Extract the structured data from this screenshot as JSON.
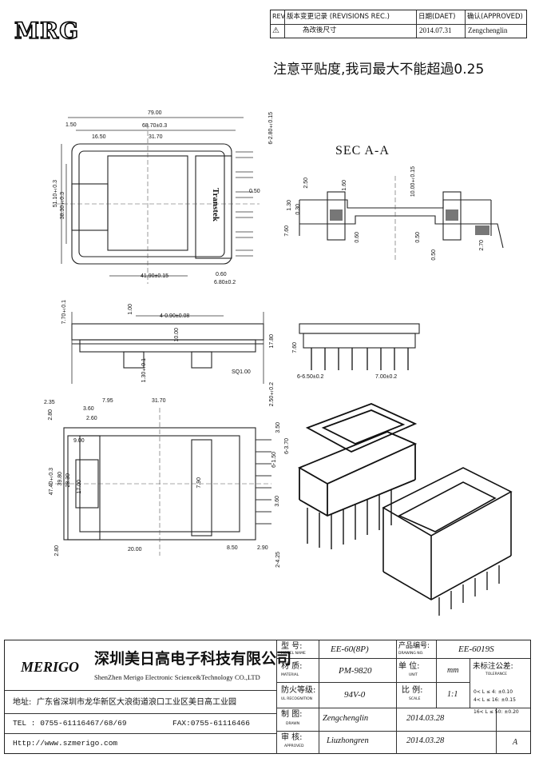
{
  "header": {
    "logo_text": "MRG",
    "rev_label": "REV",
    "rev_mark": "⚠",
    "col_desc": "版本变更记录 (REVISIONS REC.)",
    "col_date": "日期(DAET)",
    "col_approved": "确认(APPROVED)",
    "row1_desc": "為改後尺寸",
    "row1_date": "2014.07.31",
    "row1_approved": "Zengchenglin"
  },
  "note": "注意平贴度,我司最大不能超過0.25",
  "section_label": "SEC  A-A",
  "part_mark": "Transtek",
  "dims": {
    "d79": "79.00",
    "d1_50": "1.50",
    "d68_70": "68.70±0.3",
    "d16_50": "16.50",
    "d31_70": "31.70",
    "d6_2_80": "6-2.80±0.15",
    "d51_10": "51.10±0.3",
    "d38_30": "38.30±0.3",
    "d0_50": "0.50",
    "d41_90": "41.90±0.15",
    "d0_60": "0.60",
    "d6_80": "6.80±0.2",
    "s2_50": "2.50",
    "s1_60": "1.60",
    "s10_00": "10.00±0.15",
    "s1_30": "1.30",
    "s0_30": "0.30",
    "s7_60": "7.60",
    "s0_60": "0.60",
    "s0_50a": "0.50",
    "s0_50b": "0.50",
    "s2_70": "2.70",
    "m7_70": "7.70±0.1",
    "m1_00": "1.00",
    "m4_090": "4-0.90±0.08",
    "m10_00": "10.00",
    "m1_30": "1.30±0.1",
    "m17_80": "17.80",
    "m_sq": "SQ1.00",
    "m2_50": "2.50±0.2",
    "r7_60": "7.60",
    "r6_650": "6-6.50±0.2",
    "r7_00": "7.00±0.2",
    "b2_35": "2.35",
    "b7_95": "7.95",
    "b31_70": "31.70",
    "b3_60": "3.60",
    "b2_80": "2.80",
    "b2_60": "2.60",
    "b9_00": "9.00",
    "b3_50": "3.50",
    "b6_370": "6-3.70",
    "b1_50": "6-1.50",
    "b47_40": "47.40±0.3",
    "b39_80": "39.80",
    "b28_30": "28.30",
    "b17_00": "17.00",
    "b7_90": "7.90",
    "b3_60v": "3.60",
    "b2_80b": "2.80",
    "b20_00": "20.00",
    "b8_50": "8.50",
    "b2_90": "2.90",
    "b2_4_25": "2-4.25"
  },
  "footer": {
    "company_cn": "深圳美日高电子科技有限公司",
    "company_en": "ShenZhen Merigo Electronic Science&Technology CO.,LTD",
    "brand": "MERIGO",
    "address_label": "地址:",
    "address": "广东省深圳市龙华新区大浪街道浪口工业区美日高工业园",
    "tel": "TEL : 0755-61116467/68/69",
    "fax": "FAX:0755-61116466",
    "web": "Http://www.szmerigo.com",
    "model_label": "型  号:",
    "model_sub": "MODEL NAME",
    "model_value": "EE-60(8P)",
    "drawing_label": "产品编号:",
    "drawing_sub": "DRAWING NO.",
    "drawing_value": "EE-6019S",
    "material_label": "材  质:",
    "material_sub": "MATERIAL",
    "material_value": "PM-9820",
    "unit_label": "单  位:",
    "unit_sub": "UNIT",
    "unit_value": "mm",
    "tolerance_label": "未标注公差:",
    "tolerance_sub": "TOLERANCE",
    "tol1": "0< L ≤ 4:  ±0.10",
    "tol2": "4< L ≤ 16:  ±0.15",
    "tol3": "16< L ≤ 50: ±0.20",
    "fire_label": "防火等级:",
    "fire_sub": "UL RECOGNITION",
    "fire_value": "94V-0",
    "scale_label": "比  例:",
    "scale_sub": "SCALE",
    "scale_value": "1:1",
    "drawn_label": "制  图:",
    "drawn_sub": "DRAWN",
    "drawn_value": "Zengchenglin",
    "drawn_date": "2014.03.28",
    "approved_label": "审  核:",
    "approved_sub": "APPROVED",
    "approved_value": "Liuzhongren",
    "approved_date": "2014.03.28",
    "rev_letter": "A"
  }
}
